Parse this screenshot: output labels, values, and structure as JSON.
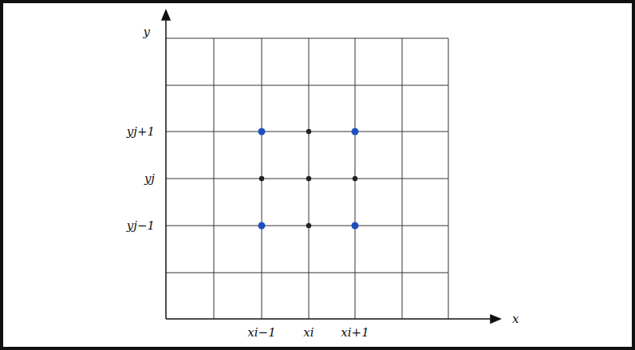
{
  "diagram": {
    "labels": [
      "y",
      "yj+1",
      "yj",
      "yj−1",
      "xi−1",
      "xi",
      "xi+1",
      "x"
    ]
  }
}
